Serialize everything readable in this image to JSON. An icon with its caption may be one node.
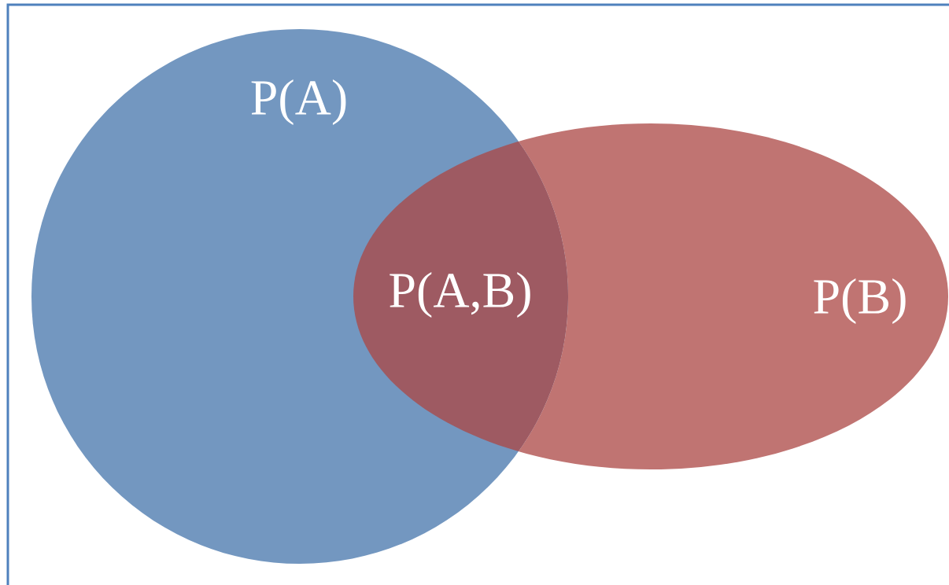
{
  "diagram": {
    "nodes": [
      {
        "text": [
          "P(A)"
        ]
      },
      {
        "text": [
          "P(B)"
        ]
      }
    ],
    "edges": [],
    "labels": [
      "P(A,B)"
    ]
  }
}
